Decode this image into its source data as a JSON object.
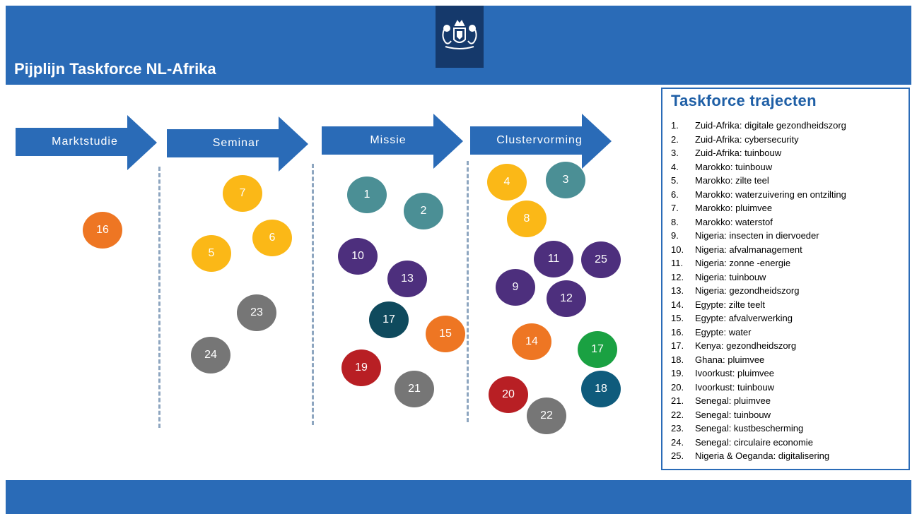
{
  "header": {
    "title": "Pijplijn Taskforce NL-Afrika",
    "bar_color": "#2a6bb7",
    "logo_icon": "coat-of-arms-icon"
  },
  "stages": [
    {
      "label": "Marktstudie"
    },
    {
      "label": "Seminar"
    },
    {
      "label": "Missie"
    },
    {
      "label": "Clustervorming"
    }
  ],
  "circles": [
    {
      "n": "16",
      "color": "#ee7623"
    },
    {
      "n": "7",
      "color": "#fbb817"
    },
    {
      "n": "6",
      "color": "#fbb817"
    },
    {
      "n": "5",
      "color": "#fbb817"
    },
    {
      "n": "23",
      "color": "#767676"
    },
    {
      "n": "24",
      "color": "#767676"
    },
    {
      "n": "1",
      "color": "#4b8f95"
    },
    {
      "n": "2",
      "color": "#4b8f95"
    },
    {
      "n": "10",
      "color": "#4d2f7d"
    },
    {
      "n": "13",
      "color": "#4d2f7d"
    },
    {
      "n": "17",
      "color": "#0f4a5d"
    },
    {
      "n": "15",
      "color": "#ee7623"
    },
    {
      "n": "19",
      "color": "#b81f24"
    },
    {
      "n": "21",
      "color": "#767676"
    },
    {
      "n": "4",
      "color": "#fbb817"
    },
    {
      "n": "3",
      "color": "#4b8f95"
    },
    {
      "n": "8",
      "color": "#fbb817"
    },
    {
      "n": "11",
      "color": "#4d2f7d"
    },
    {
      "n": "25",
      "color": "#4d2f7d"
    },
    {
      "n": "9",
      "color": "#4d2f7d"
    },
    {
      "n": "12",
      "color": "#4d2f7d"
    },
    {
      "n": "14",
      "color": "#ee7623"
    },
    {
      "n": "17",
      "color": "#1aa142"
    },
    {
      "n": "18",
      "color": "#0f5b7c"
    },
    {
      "n": "20",
      "color": "#b81f24"
    },
    {
      "n": "22",
      "color": "#767676"
    }
  ],
  "legend": {
    "title": "Taskforce trajecten",
    "items": [
      {
        "num": "1.",
        "text": "Zuid-Afrika: digitale gezondheidszorg"
      },
      {
        "num": "2.",
        "text": "Zuid-Afrika: cybersecurity"
      },
      {
        "num": "3.",
        "text": "Zuid-Afrika: tuinbouw"
      },
      {
        "num": "4.",
        "text": "Marokko: tuinbouw"
      },
      {
        "num": "5.",
        "text": "Marokko: zilte teel"
      },
      {
        "num": "6.",
        "text": "Marokko: waterzuivering en ontzilting"
      },
      {
        "num": "7.",
        "text": "Marokko: pluimvee"
      },
      {
        "num": "8.",
        "text": "Marokko: waterstof"
      },
      {
        "num": "9.",
        "text": "Nigeria: insecten in diervoeder"
      },
      {
        "num": "10.",
        "text": "Nigeria: afvalmanagement"
      },
      {
        "num": "11.",
        "text": "Nigeria: zonne -energie"
      },
      {
        "num": "12.",
        "text": "Nigeria: tuinbouw"
      },
      {
        "num": "13.",
        "text": "Nigeria: gezondheidszorg"
      },
      {
        "num": "14.",
        "text": "Egypte: zilte teelt"
      },
      {
        "num": "15.",
        "text": "Egypte: afvalverwerking"
      },
      {
        "num": "16.",
        "text": "Egypte: water"
      },
      {
        "num": "17.",
        "text": "Kenya: gezondheidszorg"
      },
      {
        "num": "18.",
        "text": "Ghana: pluimvee"
      },
      {
        "num": "19.",
        "text": "Ivoorkust: pluimvee"
      },
      {
        "num": "20.",
        "text": "Ivoorkust: tuinbouw"
      },
      {
        "num": "21.",
        "text": "Senegal: pluimvee"
      },
      {
        "num": "22.",
        "text": "Senegal: tuinbouw"
      },
      {
        "num": "23.",
        "text": "Senegal: kustbescherming"
      },
      {
        "num": "24.",
        "text": "Senegal: circulaire economie"
      },
      {
        "num": "25.",
        "text": "Nigeria & Oeganda: digitalisering"
      }
    ]
  }
}
